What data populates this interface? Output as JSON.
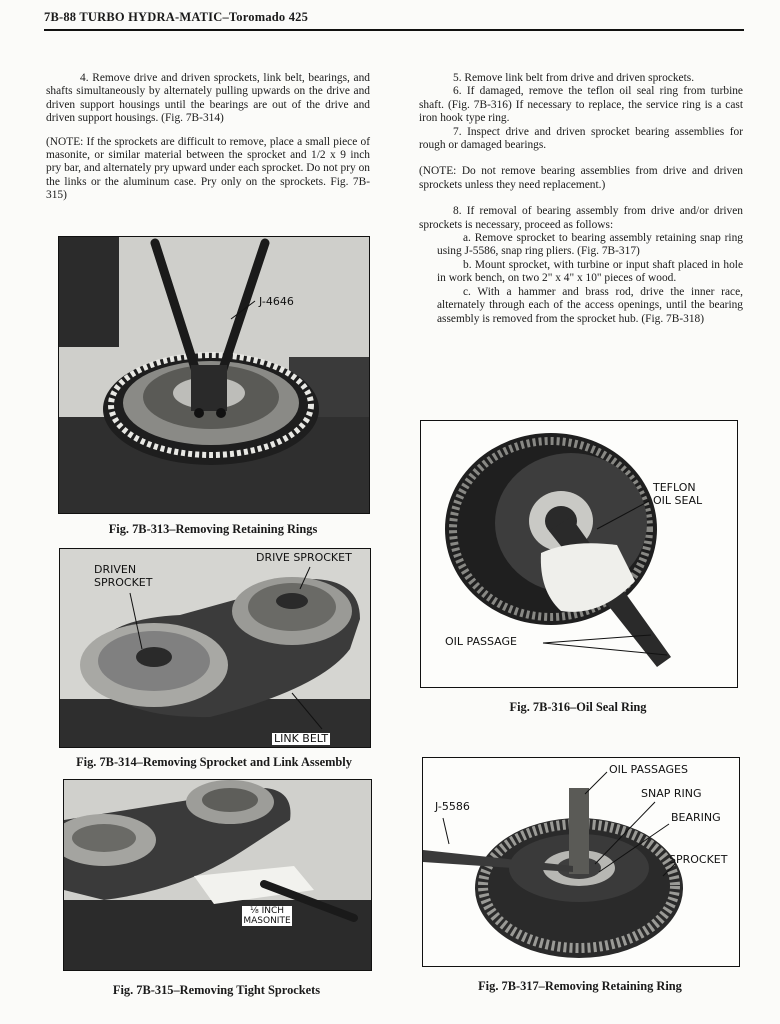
{
  "header": {
    "title": "7B-88  TURBO HYDRA-MATIC–Toromado 425"
  },
  "left_column": {
    "para_4": "4. Remove drive and driven sprockets, link belt, bearings, and shafts simultaneously by alternately pulling upwards on the drive and driven support housings until the bearings are out of the drive and driven support housings. (Fig. 7B-314)",
    "note_1": "(NOTE: If the sprockets are difficult to remove, place a small piece of masonite, or similar material between the sprocket and 1/2 x 9 inch pry bar, and alternately pry upward under each sprocket. Do not pry on the links or the aluminum case. Pry only on the sprockets. Fig. 7B-315)"
  },
  "right_column": {
    "para_5": "5. Remove link belt from drive and driven sprockets.",
    "para_6": "6. If damaged, remove the teflon oil seal ring from turbine shaft. (Fig. 7B-316) If necessary to replace, the service ring is a cast iron hook type ring.",
    "para_7": "7. Inspect drive and driven sprocket bearing assemblies for rough or damaged bearings.",
    "note_2": "(NOTE: Do not remove bearing assemblies from drive and driven sprockets unless they need replacement.)",
    "para_8": "8. If removal of bearing assembly from drive and/or driven sprockets is necessary, proceed as follows:",
    "step_a": "a. Remove sprocket to bearing assembly retaining snap ring using J-5586, snap ring pliers. (Fig. 7B-317)",
    "step_b": "b. Mount sprocket, with turbine or input shaft placed in hole in work bench, on two 2\" x 4\" x 10\" pieces of wood.",
    "step_c": "c. With a hammer and brass rod, drive the inner race, alternately through each of the access openings, until the bearing assembly is removed from the sprocket hub. (Fig. 7B-318)"
  },
  "figures": {
    "fig313": {
      "caption": "Fig. 7B-313–Removing Retaining Rings",
      "label_tool": "J-4646"
    },
    "fig314": {
      "caption": "Fig. 7B-314–Removing Sprocket and Link Assembly",
      "label_driven": "DRIVEN\nSPROCKET",
      "label_drive": "DRIVE SPROCKET",
      "label_belt": "LINK BELT"
    },
    "fig315": {
      "caption": "Fig. 7B-315–Removing Tight Sprockets",
      "label_masonite": "⅛ INCH\nMASONITE"
    },
    "fig316": {
      "caption": "Fig. 7B-316–Oil Seal Ring",
      "label_teflon": "TEFLON\nOIL SEAL",
      "label_passage": "OIL PASSAGE"
    },
    "fig317": {
      "caption": "Fig. 7B-317–Removing Retaining Ring",
      "label_passages": "OIL PASSAGES",
      "label_snap": "SNAP RING",
      "label_bearing": "BEARING",
      "label_sprocket": "SPROCKET",
      "label_tool": "J-5586"
    }
  }
}
